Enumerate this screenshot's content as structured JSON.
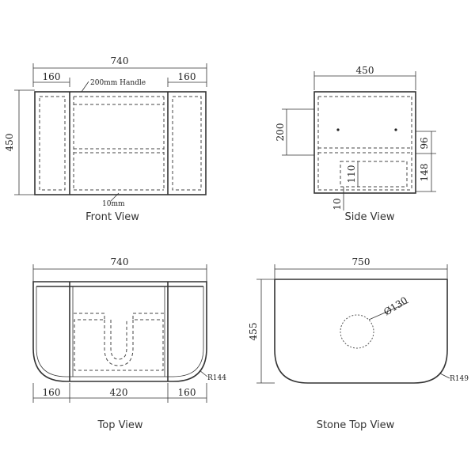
{
  "front_view": {
    "title": "Front View",
    "width": "740",
    "height": "450",
    "left_panel": "160",
    "right_panel": "160",
    "handle": "200mm Handle",
    "gap": "10mm"
  },
  "side_view": {
    "title": "Side View",
    "depth": "450",
    "handle_height": "200",
    "upper": "96",
    "lower": "148",
    "opening": "110",
    "bottom": "10"
  },
  "top_view": {
    "title": "Top View",
    "width": "740",
    "left_panel": "160",
    "middle": "420",
    "right_panel": "160",
    "radius": "R144"
  },
  "stone_top_view": {
    "title": "Stone Top View",
    "width": "750",
    "depth": "455",
    "hole": "Ø130",
    "radius": "R149"
  }
}
